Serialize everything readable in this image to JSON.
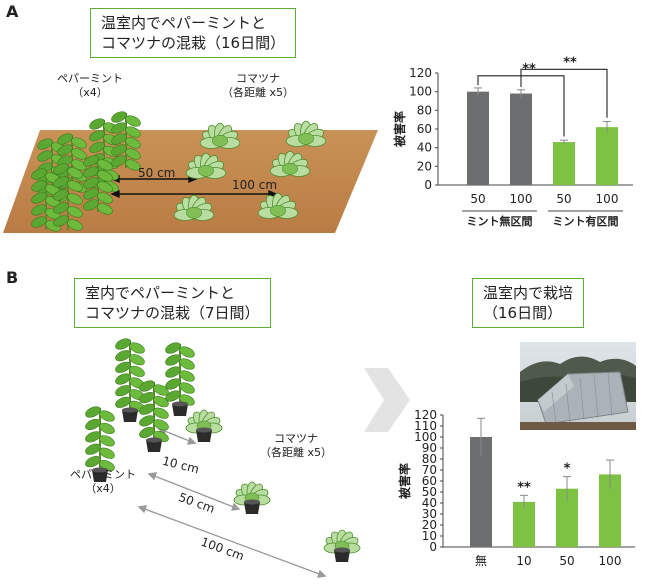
{
  "panelA": {
    "letter": "A",
    "title_line1": "温室内でペパーミントと",
    "title_line2": "コマツナの混栽（16日間）",
    "mint_label1": "ペパーミント",
    "mint_label2": "（x4）",
    "komatsuna_label1": "コマツナ",
    "komatsuna_label2": "（各距離 x5）",
    "dist_50": "50 cm",
    "dist_100": "100 cm"
  },
  "panelB": {
    "letter": "B",
    "title_line1": "室内でペパーミントと",
    "title_line2": "コマツナの混栽（7日間）",
    "result_title1": "温室内で栽培",
    "result_title2": "（16日間）",
    "mint_label1": "ペパーミント",
    "mint_label2": "（x4）",
    "komatsuna_label1": "コマツナ",
    "komatsuna_label2": "（各距離 x5）",
    "dist_10": "10 cm",
    "dist_50": "50 cm",
    "dist_100": "100 cm"
  },
  "colors": {
    "gray_bar": "#6d6e70",
    "green_bar": "#7dc242",
    "soil": "#c68a4f",
    "box_border": "#5cb035"
  },
  "chart_data": [
    {
      "type": "bar",
      "ylabel": "被害率",
      "ylim": [
        0,
        120
      ],
      "yticks": [
        0,
        20,
        40,
        60,
        80,
        100,
        120
      ],
      "categories": [
        "50",
        "100",
        "50",
        "100"
      ],
      "groups": [
        "ミント無区間",
        "ミント有区間"
      ],
      "values": [
        100,
        98,
        46,
        62
      ],
      "errors": [
        4,
        4,
        2,
        6
      ],
      "bar_colors": [
        "gray",
        "gray",
        "green",
        "green"
      ],
      "significance": [
        "**",
        "**"
      ]
    },
    {
      "type": "bar",
      "ylabel": "被害率",
      "ylim": [
        0,
        120
      ],
      "yticks": [
        0,
        10,
        20,
        30,
        40,
        50,
        60,
        70,
        80,
        90,
        100,
        110,
        120
      ],
      "categories": [
        "無",
        "10",
        "50",
        "100"
      ],
      "values": [
        100,
        41,
        53,
        66
      ],
      "errors": [
        17,
        6,
        11,
        13
      ],
      "bar_colors": [
        "gray",
        "green",
        "green",
        "green"
      ],
      "significance": [
        "",
        "**",
        "*",
        ""
      ]
    }
  ]
}
